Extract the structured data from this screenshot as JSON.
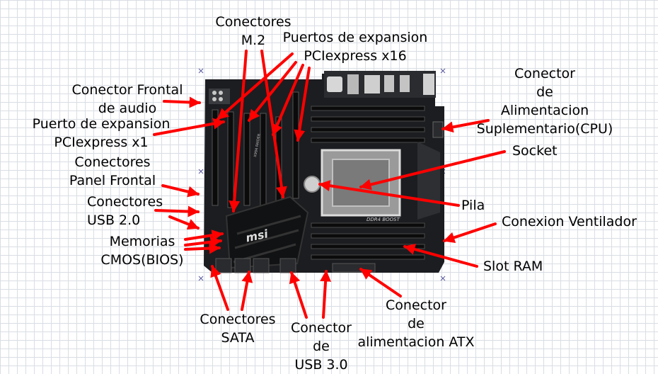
{
  "colors": {
    "arrow": "#ff0000",
    "board": "#1c1d20",
    "grid": "#d9dde3",
    "label_text": "#000000"
  },
  "board": {
    "brand_logo": "msi",
    "model_text": "X99A RAIDER",
    "ram_text": "DDR4 BOOST"
  },
  "labels": {
    "m2": [
      "Conectores",
      "M.2"
    ],
    "pcie16": [
      "Puertos de expansion",
      "PCIexpress x16"
    ],
    "audio": [
      "Conector Frontal",
      "de audio"
    ],
    "pcie1": [
      "Puerto de expansion",
      "PCIexpress x1"
    ],
    "panel": [
      "Conectores",
      "Panel Frontal"
    ],
    "usb2": [
      "Conectores",
      "USB 2.0"
    ],
    "cmos": [
      "Memorias",
      "CMOS(BIOS)"
    ],
    "sata": [
      "Conectores",
      "SATA"
    ],
    "usb3": [
      "Conector",
      "de",
      "USB 3.0"
    ],
    "atx": [
      "Conector",
      "de",
      "alimentacion ATX"
    ],
    "cpu_power": [
      "Conector",
      "de",
      "Alimentacion",
      "Suplementario(CPU)"
    ],
    "socket": [
      "Socket"
    ],
    "pila": [
      "Pila"
    ],
    "fan": [
      "Conexion Ventilador"
    ],
    "ram": [
      "Slot RAM"
    ]
  }
}
